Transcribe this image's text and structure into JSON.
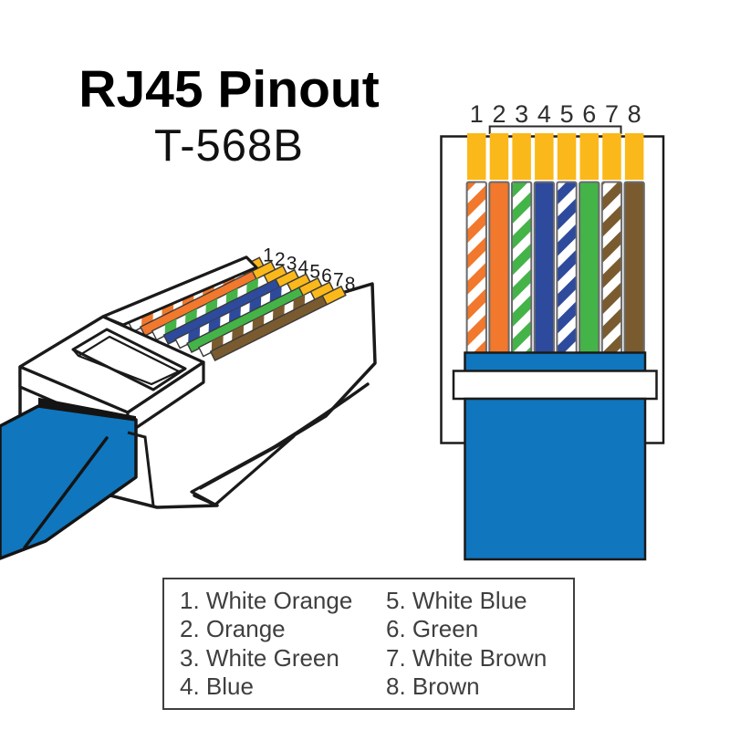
{
  "title": "RJ45 Pinout",
  "subtitle": "T-568B",
  "pin_numbers": [
    "1",
    "2",
    "3",
    "4",
    "5",
    "6",
    "7",
    "8"
  ],
  "wires": [
    {
      "pin": "1",
      "label": "White Orange",
      "style": "striped",
      "color": "#F1782C"
    },
    {
      "pin": "2",
      "label": "Orange",
      "style": "solid",
      "color": "#F1782C"
    },
    {
      "pin": "3",
      "label": "White Green",
      "style": "striped",
      "color": "#44B449"
    },
    {
      "pin": "4",
      "label": "Blue",
      "style": "solid",
      "color": "#2E4A9D"
    },
    {
      "pin": "5",
      "label": "White Blue",
      "style": "striped",
      "color": "#2E4A9D"
    },
    {
      "pin": "6",
      "label": "Green",
      "style": "solid",
      "color": "#44B449"
    },
    {
      "pin": "7",
      "label": "White Brown",
      "style": "striped",
      "color": "#7A5B2F"
    },
    {
      "pin": "8",
      "label": "Brown",
      "style": "solid",
      "color": "#7A5B2F"
    }
  ],
  "colors": {
    "gold_pin": "#FBB81A",
    "cable_jacket": "#1076BE",
    "outline": "#1a1a1a",
    "wire_border": "#6a6a6a",
    "legend_text": "#3f3f3f"
  }
}
